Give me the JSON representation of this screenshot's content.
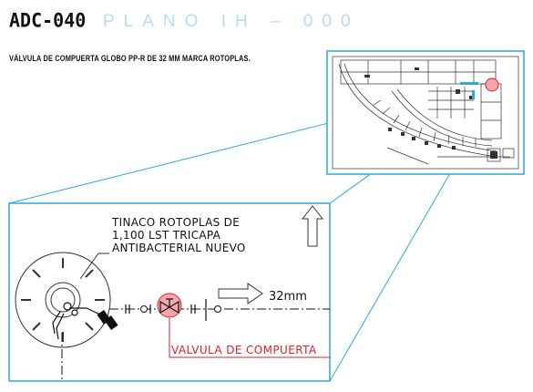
{
  "header": {
    "code": "ADC-040",
    "plan_title": "PLANO IH – 000",
    "description": "VÁLVULA DE COMPUERTA GLOBO PP-R DE 32 MM MARCA ROTOPLAS."
  },
  "detail": {
    "tank_label_lines": [
      "TINACO ROTOPLAS DE",
      "1,100 LST TRICAPA",
      "ANTIBACTERIAL NUEVO"
    ],
    "pipe_size": "32mm",
    "valve_label": "VALVULA DE COMPUERTA"
  },
  "colors": {
    "frame_blue": "#29a9e1",
    "valve_red": "#e0202a",
    "highlight_pink": "#f4a6ad",
    "plan_title": "#b9dbef"
  }
}
